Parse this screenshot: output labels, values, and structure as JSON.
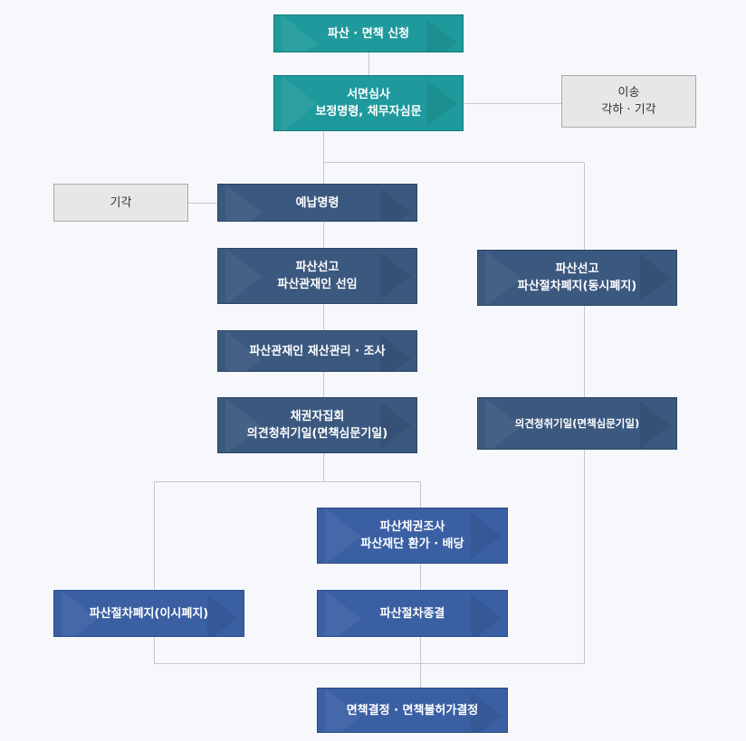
{
  "flowchart": {
    "apply": "파산 · 면책 신청",
    "review_line1": "서면심사",
    "review_line2": "보정명령, 채무자심문",
    "transfer_line1": "이송",
    "transfer_line2": "각하 · 기각",
    "dismiss": "기각",
    "prepay": "예납명령",
    "declare_line1": "파산선고",
    "declare_line2": "파산관재인 선임",
    "trustee_manage": "파산관재인 재산관리 · 조사",
    "creditors_line1": "채권자집회",
    "creditors_line2": "의견청취기일(면책심문기일)",
    "simul_line1": "파산선고",
    "simul_line2": "파산절차폐지(동시폐지)",
    "simul_hearing": "의견청취기일(면책심문기일)",
    "claims_line1": "파산채권조사",
    "claims_line2": "파산재단 환가 · 배당",
    "abolish_after": "파산절차폐지(이시폐지)",
    "terminate": "파산절차종결",
    "decision": "면책결정 · 면책불허가결정"
  },
  "colors": {
    "teal": "#1f9a9c",
    "navy": "#3b587f",
    "blue": "#3a5fa3",
    "gray_box": "#e7e7e7",
    "connector": "#c4c7cc",
    "background": "#f7f8fc"
  }
}
